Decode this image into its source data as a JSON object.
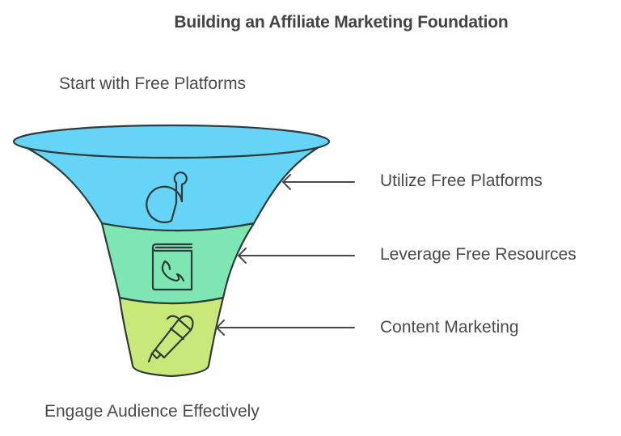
{
  "title": "Building an Affiliate Marketing Foundation",
  "top_label": "Start with Free Platforms",
  "bottom_label": "Engage Audience Effectively",
  "stages": [
    {
      "label": "Utilize Free Platforms",
      "icon": "location-pin-icon",
      "color": "#66d4f7"
    },
    {
      "label": "Leverage Free Resources",
      "icon": "address-book-icon",
      "color": "#7ee6b3"
    },
    {
      "label": "Content Marketing",
      "icon": "pen-icon",
      "color": "#c8e97a"
    }
  ],
  "stroke_color": "#2f3b3a",
  "text_color": "#4a4a4a"
}
